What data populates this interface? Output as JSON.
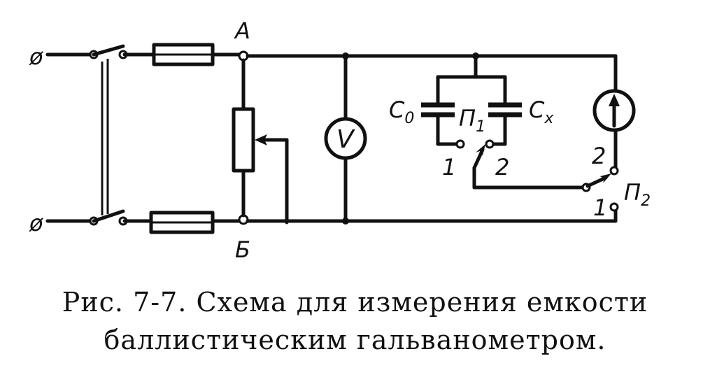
{
  "labels": {
    "node_top": "А",
    "node_bottom": "Б",
    "cap_ref": "C",
    "cap_ref_sub": "0",
    "cap_x": "C",
    "cap_x_sub": "x",
    "switch1": "П",
    "switch1_sub": "1",
    "switch2": "П",
    "switch2_sub": "2",
    "sw1_pos1": "1",
    "sw1_pos2": "2",
    "sw2_pos1": "1",
    "sw2_pos2": "2",
    "voltmeter": "V",
    "input_top": "ø",
    "input_bottom": "ø"
  },
  "caption": {
    "line1": "Рис. 7-7. Схема для измерения емкости",
    "line2": "баллистическим гальванометром."
  }
}
